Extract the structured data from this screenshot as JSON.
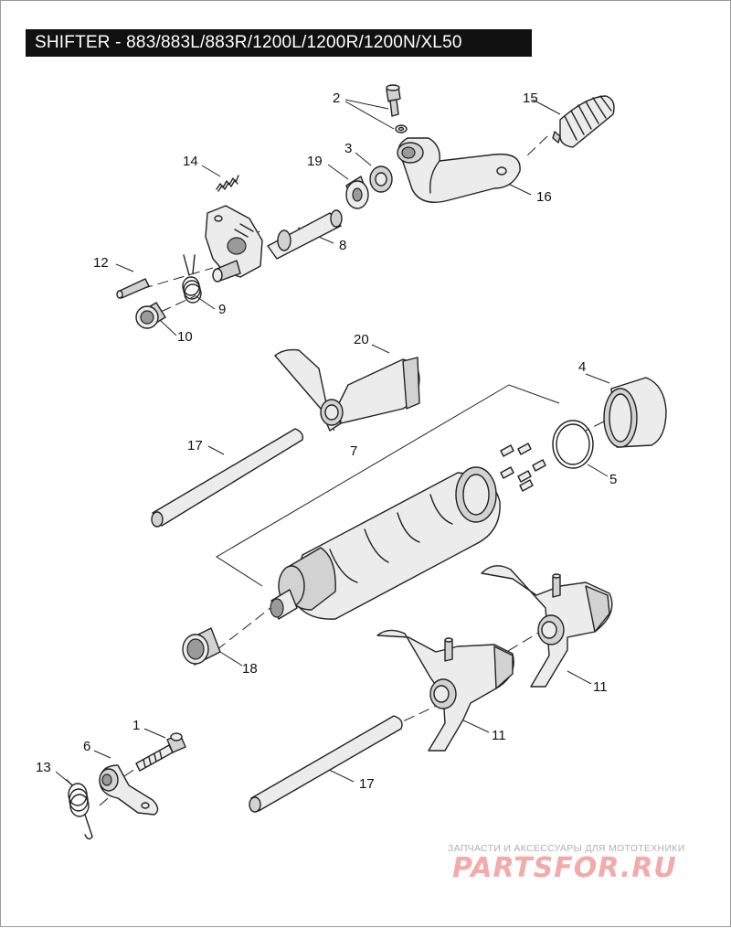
{
  "title": "SHIFTER - 883/883L/883R/1200L/1200R/1200N/XL50",
  "callouts": [
    {
      "id": "c2",
      "label": "2"
    },
    {
      "id": "c15",
      "label": "15"
    },
    {
      "id": "c3",
      "label": "3"
    },
    {
      "id": "c19",
      "label": "19"
    },
    {
      "id": "c14",
      "label": "14"
    },
    {
      "id": "c16",
      "label": "16"
    },
    {
      "id": "c8",
      "label": "8"
    },
    {
      "id": "c12",
      "label": "12"
    },
    {
      "id": "c9",
      "label": "9"
    },
    {
      "id": "c10",
      "label": "10"
    },
    {
      "id": "c20",
      "label": "20"
    },
    {
      "id": "c4",
      "label": "4"
    },
    {
      "id": "c17a",
      "label": "17"
    },
    {
      "id": "c7",
      "label": "7"
    },
    {
      "id": "c5",
      "label": "5"
    },
    {
      "id": "c18",
      "label": "18"
    },
    {
      "id": "c11a",
      "label": "11"
    },
    {
      "id": "c1",
      "label": "1"
    },
    {
      "id": "c11b",
      "label": "11"
    },
    {
      "id": "c6",
      "label": "6"
    },
    {
      "id": "c13",
      "label": "13"
    },
    {
      "id": "c17b",
      "label": "17"
    }
  ],
  "watermark": {
    "caption": "ЗАПЧАСТИ И АКСЕССУАРЫ ДЛЯ МОТОТЕХНИКИ",
    "logo": "PARTSFOR.RU"
  },
  "colors": {
    "title_bg": "#111111",
    "title_fg": "#ffffff",
    "watermark": "#f2aaaa"
  }
}
